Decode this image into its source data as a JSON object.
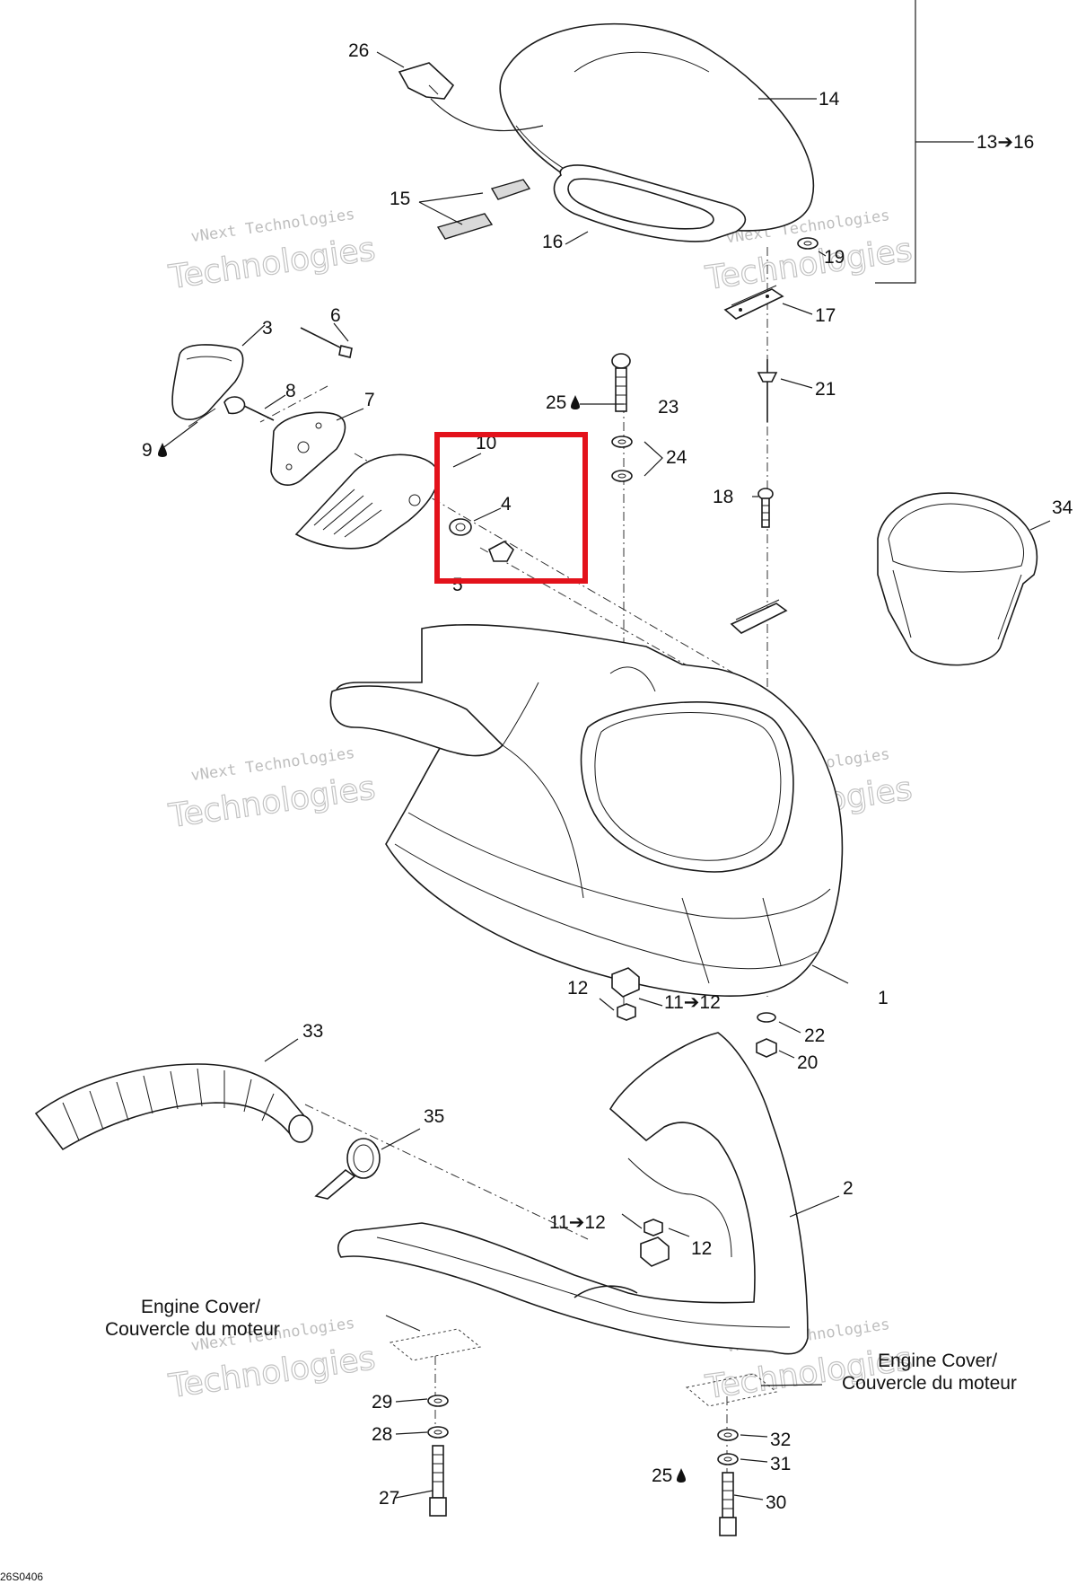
{
  "diagram": {
    "code": "26S0406",
    "watermark": {
      "line1": "vNext Technologies",
      "line2": "Technologies"
    },
    "callouts": [
      "26",
      "14",
      "13➔16",
      "15",
      "16",
      "19",
      "17",
      "21",
      "6",
      "3",
      "8",
      "7",
      "9",
      "25",
      "23",
      "24",
      "10",
      "4",
      "5",
      "18",
      "34",
      "12",
      "11➔12",
      "1",
      "22",
      "20",
      "33",
      "35",
      "2",
      "11➔12",
      "12",
      "29",
      "28",
      "27",
      "25",
      "32",
      "31",
      "30"
    ],
    "notes": [
      {
        "line1": "Engine Cover/",
        "line2": "Couvercle du moteur"
      },
      {
        "line1": "Engine Cover/",
        "line2": "Couvercle du moteur"
      }
    ]
  }
}
